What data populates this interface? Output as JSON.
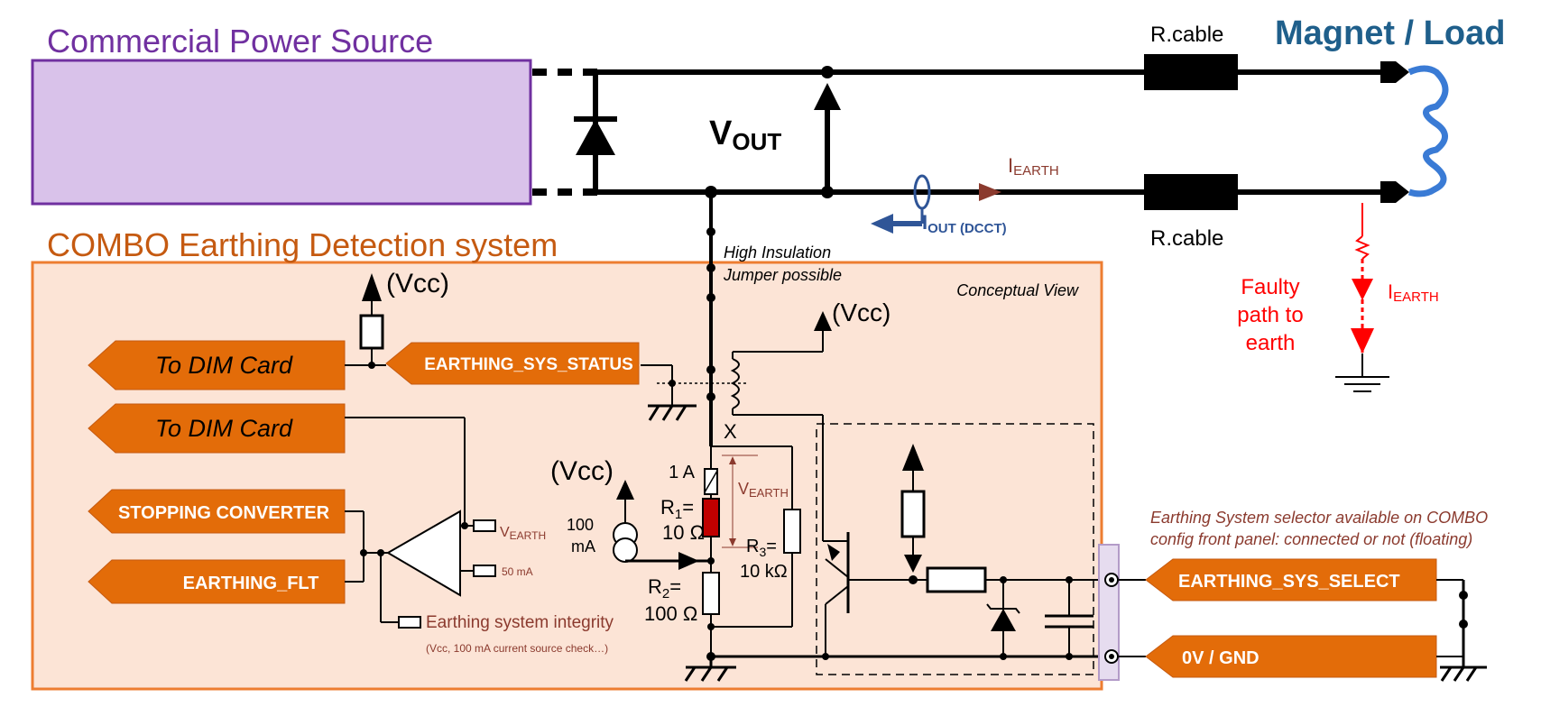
{
  "titles": {
    "power_source": "Commercial Power Source",
    "magnet_load": "Magnet / Load",
    "combo": "COMBO Earthing Detection system"
  },
  "labels": {
    "r_cable_top": "R.cable",
    "r_cable_bottom": "R.cable",
    "vout_main": "V",
    "vout_sub": "OUT",
    "iearth_main": "I",
    "iearth_sub": "EARTH",
    "iout_main": "I",
    "iout_sub": "OUT (DCCT)",
    "faulty_path": [
      "Faulty",
      "path to",
      "earth"
    ],
    "iearth_fault_main": "I",
    "iearth_fault_sub": "EARTH",
    "high_insulation": "High Insulation",
    "jumper_possible": "Jumper possible",
    "conceptual_view": "Conceptual View",
    "vcc_1": "(Vcc)",
    "vcc_2": "(Vcc)",
    "vcc_3": "(Vcc)",
    "x_label": "X",
    "fuse_label": "1 A",
    "r1_main": "R",
    "r1_sub": "1",
    "r1_eq": "=",
    "r1_value": "10 Ω",
    "r2_main": "R",
    "r2_sub": "2",
    "r2_eq": "=",
    "r2_value": "100 Ω",
    "r3_main": "R",
    "r3_sub": "3",
    "r3_eq": "=",
    "r3_value": "10 kΩ",
    "vearth_r_main": "V",
    "vearth_r_sub": "EARTH",
    "vearth_comp_main": "V",
    "vearth_comp_sub": "EARTH",
    "current_source_1": "100",
    "current_source_2": "mA",
    "comp_50ma": "50 mA",
    "integrity": "Earthing system integrity",
    "integrity_note": "(Vcc, 100 mA current source check…)",
    "selector_note_1": "Earthing System selector available on COMBO",
    "selector_note_2": "config front panel: connected or not (floating)"
  },
  "signals": {
    "to_dim_1": "To DIM Card",
    "to_dim_2": "To DIM Card",
    "stopping": "STOPPING CONVERTER",
    "earthing_flt": "EARTHING_FLT",
    "sys_status": "EARTHING_SYS_STATUS",
    "sys_select": "EARTHING_SYS_SELECT",
    "gnd": "0V / GND"
  },
  "colors": {
    "power_fill": "#d9c2ea",
    "power_border": "#7030a0",
    "title_purple": "#7030a0",
    "title_blue": "#1f5f8b",
    "combo_border": "#ed7d31",
    "combo_fill": "#fce4d6",
    "combo_title": "#c55a11",
    "signal_fill": "#e36c09",
    "r1_fill": "#c00000",
    "fault_red": "#ff0000",
    "iearth_brown": "#8b3a2e",
    "coil_blue": "#3a7bd5",
    "dcct_blue": "#2f5597",
    "selector_fill": "#e6dcef"
  }
}
